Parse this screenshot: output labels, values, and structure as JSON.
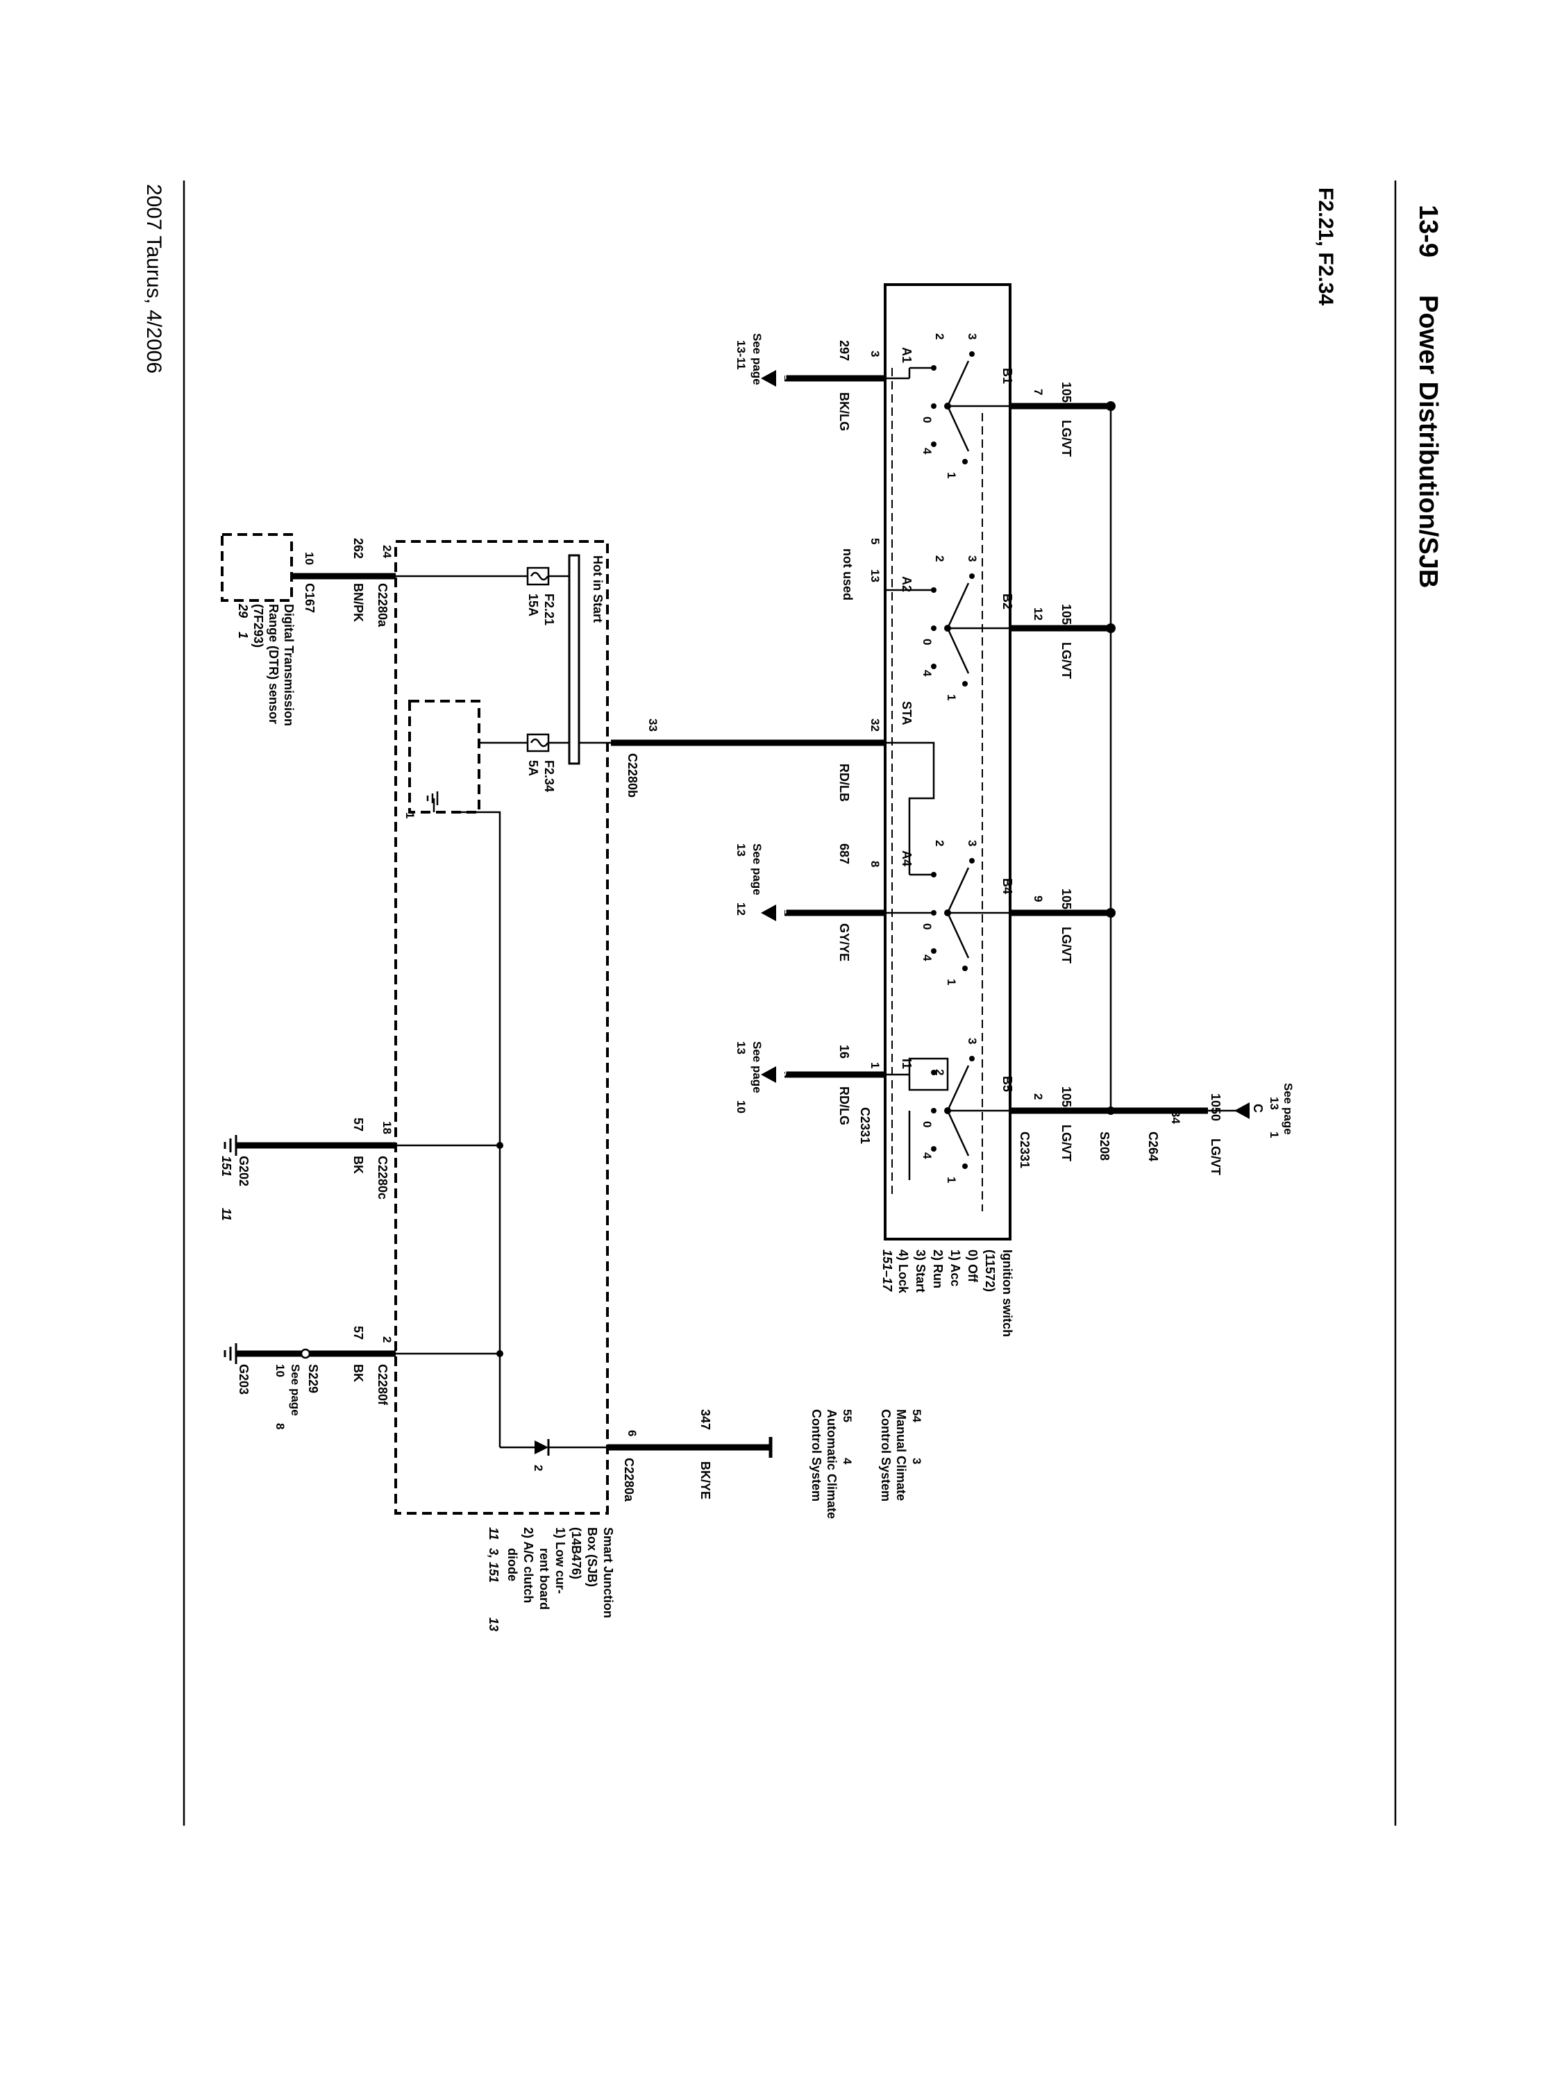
{
  "header": {
    "section": "13-9",
    "title": "Power Distribution/SJB",
    "subtitle": "F2.21, F2.34"
  },
  "footer": {
    "text": "2007 Taurus, 4/2006"
  },
  "ignition_switch": {
    "name": "Ignition switch",
    "part": "(11572)",
    "positions": [
      "0)  Off",
      "1)  Acc",
      "2)  Run",
      "3)  Start",
      "4)  Lock"
    ],
    "ref": "151–17",
    "pins_b": [
      "B1",
      "B2",
      "B4",
      "B5"
    ],
    "pins_a": [
      "A1",
      "A2",
      "STA",
      "A4",
      "I1"
    ],
    "contact_numbers": [
      "3",
      "2",
      "0",
      "4",
      "1"
    ]
  },
  "wires": {
    "feed_circuit": "1050",
    "feed_color": "LG/VT",
    "feed_pins": [
      "7",
      "12",
      "9",
      "2"
    ],
    "top_c": {
      "circuit": "1050",
      "color": "LG/VT",
      "see": "See page",
      "page": "13",
      "page2": "1",
      "letter": "C"
    },
    "s208": "S208",
    "c264": {
      "pin": "34",
      "label": "C264"
    },
    "c2331": "C2331",
    "e": {
      "pin": "3",
      "circuit": "297",
      "color": "BK/LG",
      "see": "See page",
      "page": "13-11",
      "letter": "E"
    },
    "not_used": {
      "pin1": "5",
      "pin2": "13",
      "text": "not used"
    },
    "sta": {
      "pin": "32",
      "circuit": "33",
      "color": "RD/LB",
      "connector": "C2280b"
    },
    "f": {
      "pin": "8",
      "circuit": "687",
      "color": "GY/YE",
      "see": "See page",
      "page": "13",
      "page2": "12",
      "letter": "F"
    },
    "d": {
      "pin": "1",
      "circuit": "16",
      "color": "RD/LG",
      "connector": "C2331",
      "see": "See page",
      "page": "13",
      "page2": "10",
      "letter": "D"
    }
  },
  "sjb": {
    "name": "Smart Junction",
    "name2": "Box (SJB)",
    "part": "(14B476)",
    "notes": [
      "1)  Low cur-",
      "rent board",
      "2)  A/C clutch",
      "diode"
    ],
    "ref1": "11",
    "ref2": "3, 151",
    "ref3": "13",
    "hot": "Hot in Start",
    "fuse1": {
      "name": "F2.21",
      "amp": "15A"
    },
    "fuse2": {
      "name": "F2.34",
      "amp": "5A"
    },
    "board_pin": "1",
    "diode_pin": "2"
  },
  "dtr": {
    "pin": "24",
    "connector": "C2280a",
    "circuit": "262",
    "color": "BN/PK",
    "sensor_pin": "10",
    "sensor_conn": "C167",
    "name": "Digital Transmission",
    "name2": "Range (DTR) sensor",
    "part": "(7F293)",
    "ref1": "29",
    "ref2": "1"
  },
  "grounds": {
    "g202": {
      "pin": "18",
      "connector": "C2280c",
      "circuit": "57",
      "color": "BK",
      "label": "G202",
      "ref1": "151",
      "ref2": "11"
    },
    "g203": {
      "pin": "2",
      "connector": "C2280f",
      "circuit": "57",
      "color": "BK",
      "splice": "S229",
      "see": "See page",
      "page": "10",
      "page2": "8",
      "label": "G203"
    }
  },
  "climate": {
    "pin": "6",
    "connector": "C2280a",
    "circuit": "347",
    "color": "BK/YE",
    "manual_pin": "54",
    "manual_ref": "3",
    "manual": "Manual Climate",
    "manual2": "Control System",
    "auto_pin": "55",
    "auto_ref": "4",
    "auto": "Automatic Climate",
    "auto2": "Control System"
  }
}
